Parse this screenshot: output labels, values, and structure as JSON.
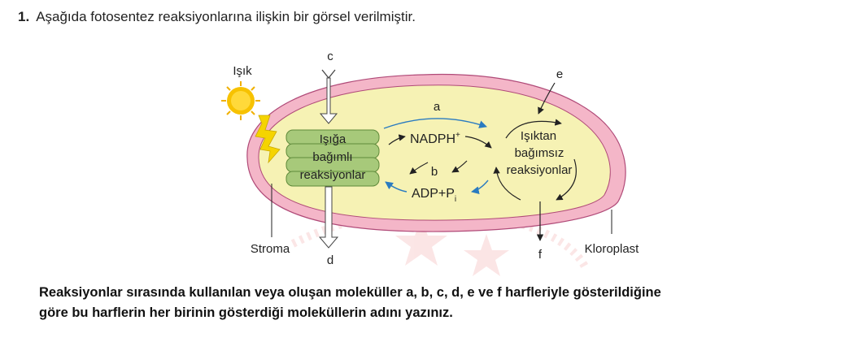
{
  "question": {
    "number": "1.",
    "text": "Aşağıda fotosentez reaksiyonlarına ilişkin bir görsel verilmiştir."
  },
  "diagram": {
    "light_label": "Işık",
    "light_reactions": [
      "Işığa",
      "bağımlı",
      "reaksiyonlar"
    ],
    "dark_reactions": [
      "Işıktan",
      "bağımsız",
      "reaksiyonlar"
    ],
    "nadph": "NADPH",
    "nadph_sup": "+",
    "adp": "ADP+P",
    "adp_sub": "i",
    "letters": {
      "a": "a",
      "b": "b",
      "c": "c",
      "d": "d",
      "e": "e",
      "f": "f"
    },
    "stroma_label": "Stroma",
    "chloroplast_label": "Kloroplast",
    "colors": {
      "membrane": "#f4b6c8",
      "stroma": "#f6f2b4",
      "thylakoid": "#a7c97a",
      "sun": "#f7c200",
      "bolt": "#f5d400",
      "blue_arrow": "#2a7bc0"
    }
  },
  "prompt": {
    "line1": "Reaksiyonlar sırasında kullanılan veya oluşan moleküller a, b, c, d, e ve f harfleriyle gösterildiğine",
    "line2": "göre bu harflerin her birinin gösterdiği moleküllerin adını yazınız."
  }
}
